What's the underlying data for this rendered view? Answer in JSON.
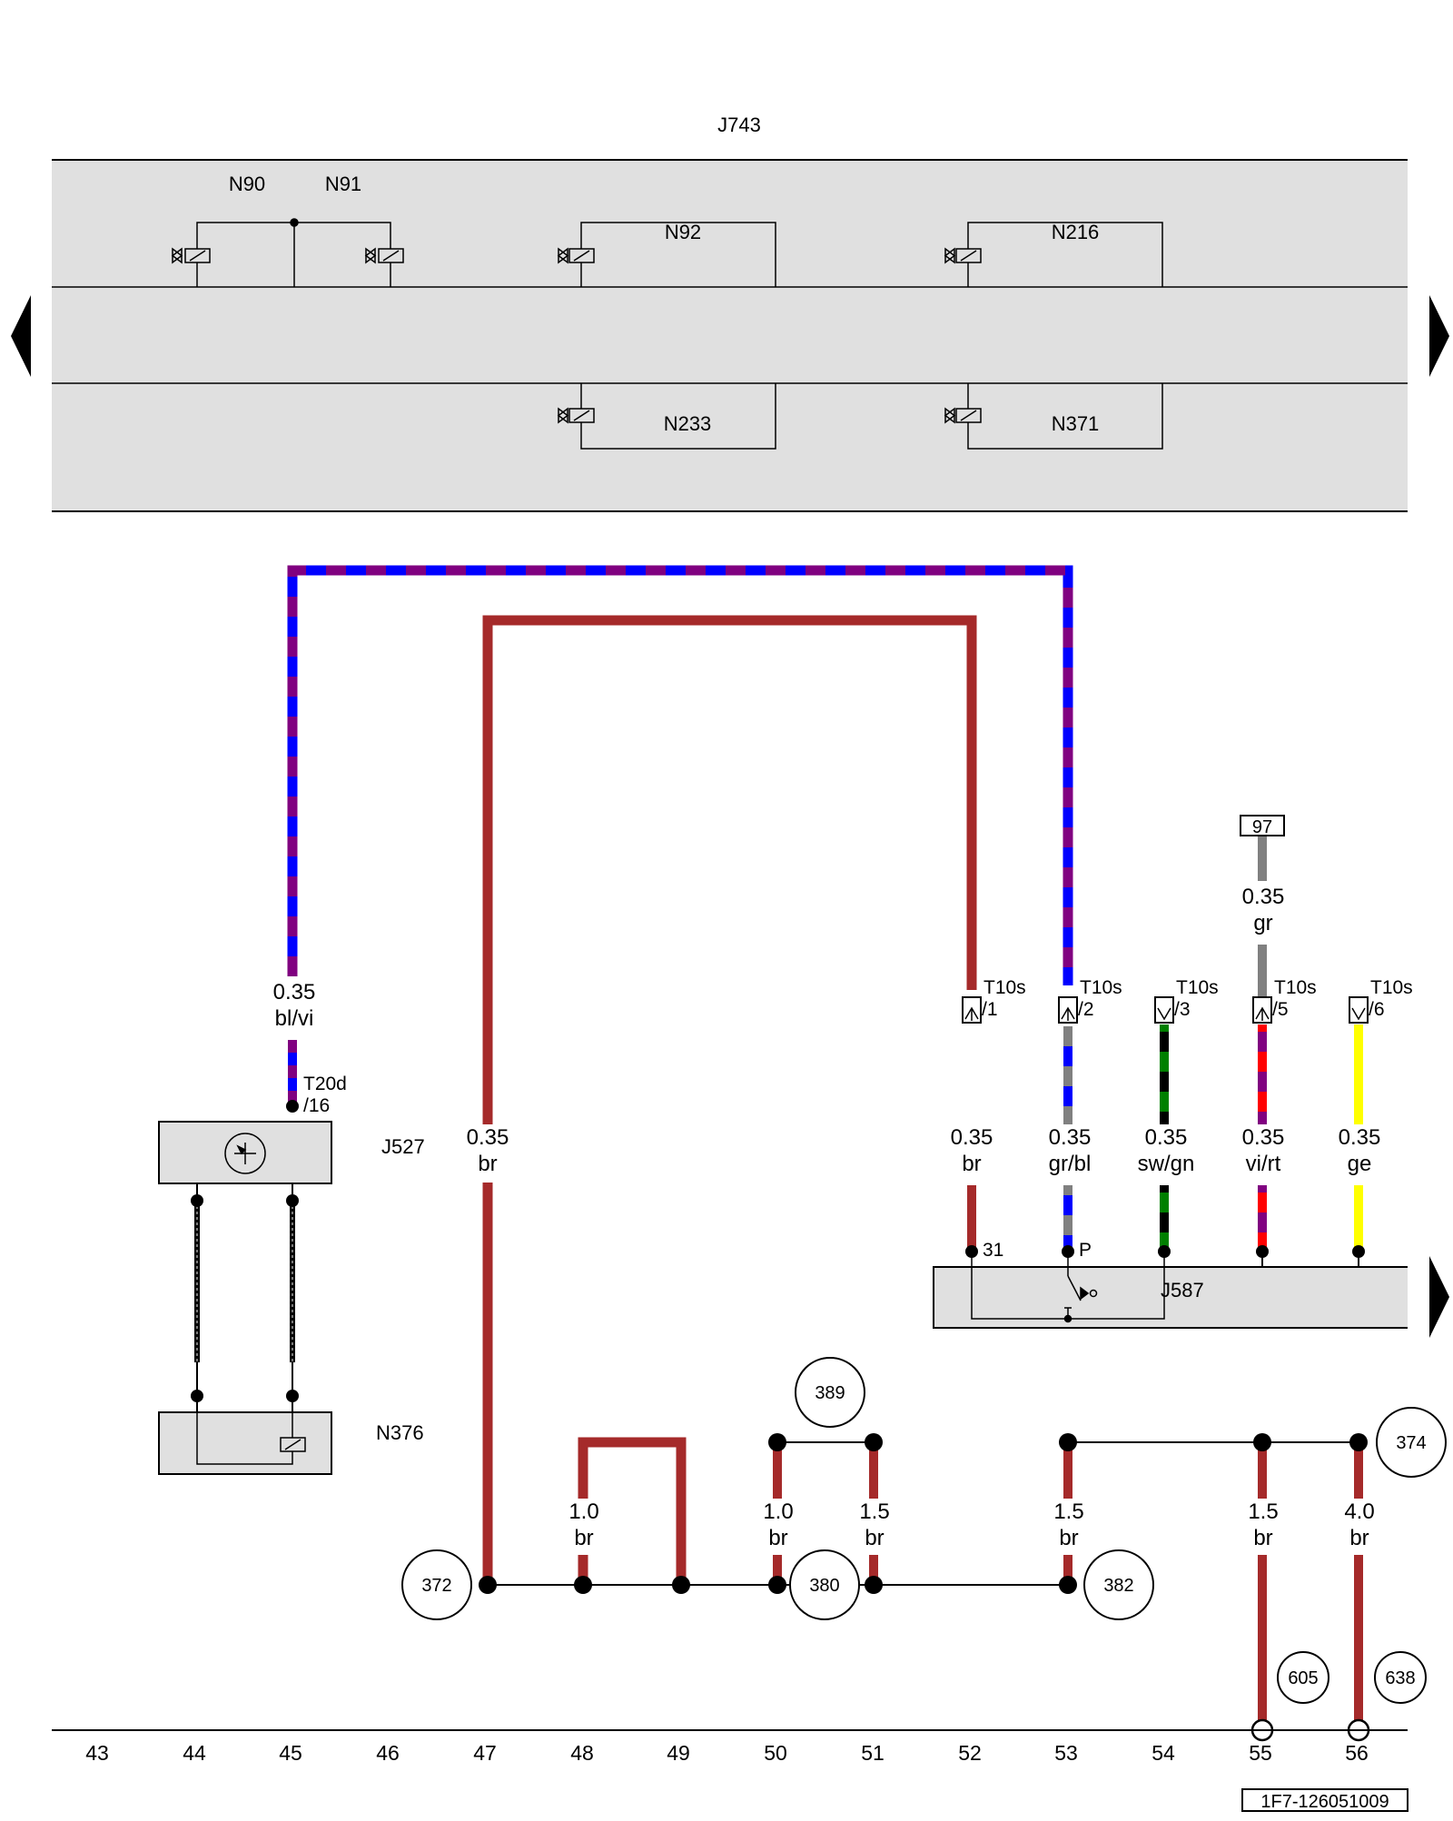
{
  "components": {
    "J743": "J743",
    "N90": "N90",
    "N91": "N91",
    "N92": "N92",
    "N216": "N216",
    "N233": "N233",
    "N371": "N371",
    "J527": "J527",
    "N376": "N376",
    "J587": "J587"
  },
  "connectors": {
    "T20d": "T20d",
    "T20d_pin": "/16",
    "t1": "T10s",
    "t1_pin": "/1",
    "t2": "T10s",
    "t2_pin": "/2",
    "t3": "T10s",
    "t3_pin": "/3",
    "t5": "T10s",
    "t5_pin": "/5",
    "t6": "T10s",
    "t6_pin": "/6",
    "j587_31": "31",
    "j587_p": "P",
    "box97": "97"
  },
  "wires": {
    "w45": {
      "size": "0.35",
      "color": "bl/vi"
    },
    "w47": {
      "size": "0.35",
      "color": "br"
    },
    "w52": {
      "size": "0.35",
      "color": "br"
    },
    "w53": {
      "size": "0.35",
      "color": "gr/bl"
    },
    "w54": {
      "size": "0.35",
      "color": "sw/gn"
    },
    "w55": {
      "size": "0.35",
      "color": "vi/rt"
    },
    "w56": {
      "size": "0.35",
      "color": "ge"
    },
    "w97": {
      "size": "0.35",
      "color": "gr"
    },
    "g48": {
      "size": "1.0",
      "color": "br"
    },
    "g50": {
      "size": "1.0",
      "color": "br"
    },
    "g51": {
      "size": "1.5",
      "color": "br"
    },
    "g53": {
      "size": "1.5",
      "color": "br"
    },
    "g55": {
      "size": "1.5",
      "color": "br"
    },
    "g56": {
      "size": "4.0",
      "color": "br"
    }
  },
  "ground_points": [
    "372",
    "380",
    "382",
    "389",
    "374",
    "605",
    "638"
  ],
  "axis": [
    "43",
    "44",
    "45",
    "46",
    "47",
    "48",
    "49",
    "50",
    "51",
    "52",
    "53",
    "54",
    "55",
    "56"
  ],
  "diagram_id": "1F7-126051009",
  "wire_colors": {
    "br": "#a52a2a",
    "bl": "#0000ff",
    "vi": "#800080",
    "gr": "#808080",
    "sw": "#000000",
    "gn": "#008000",
    "rt": "#ff0000",
    "ge": "#ffff00"
  }
}
